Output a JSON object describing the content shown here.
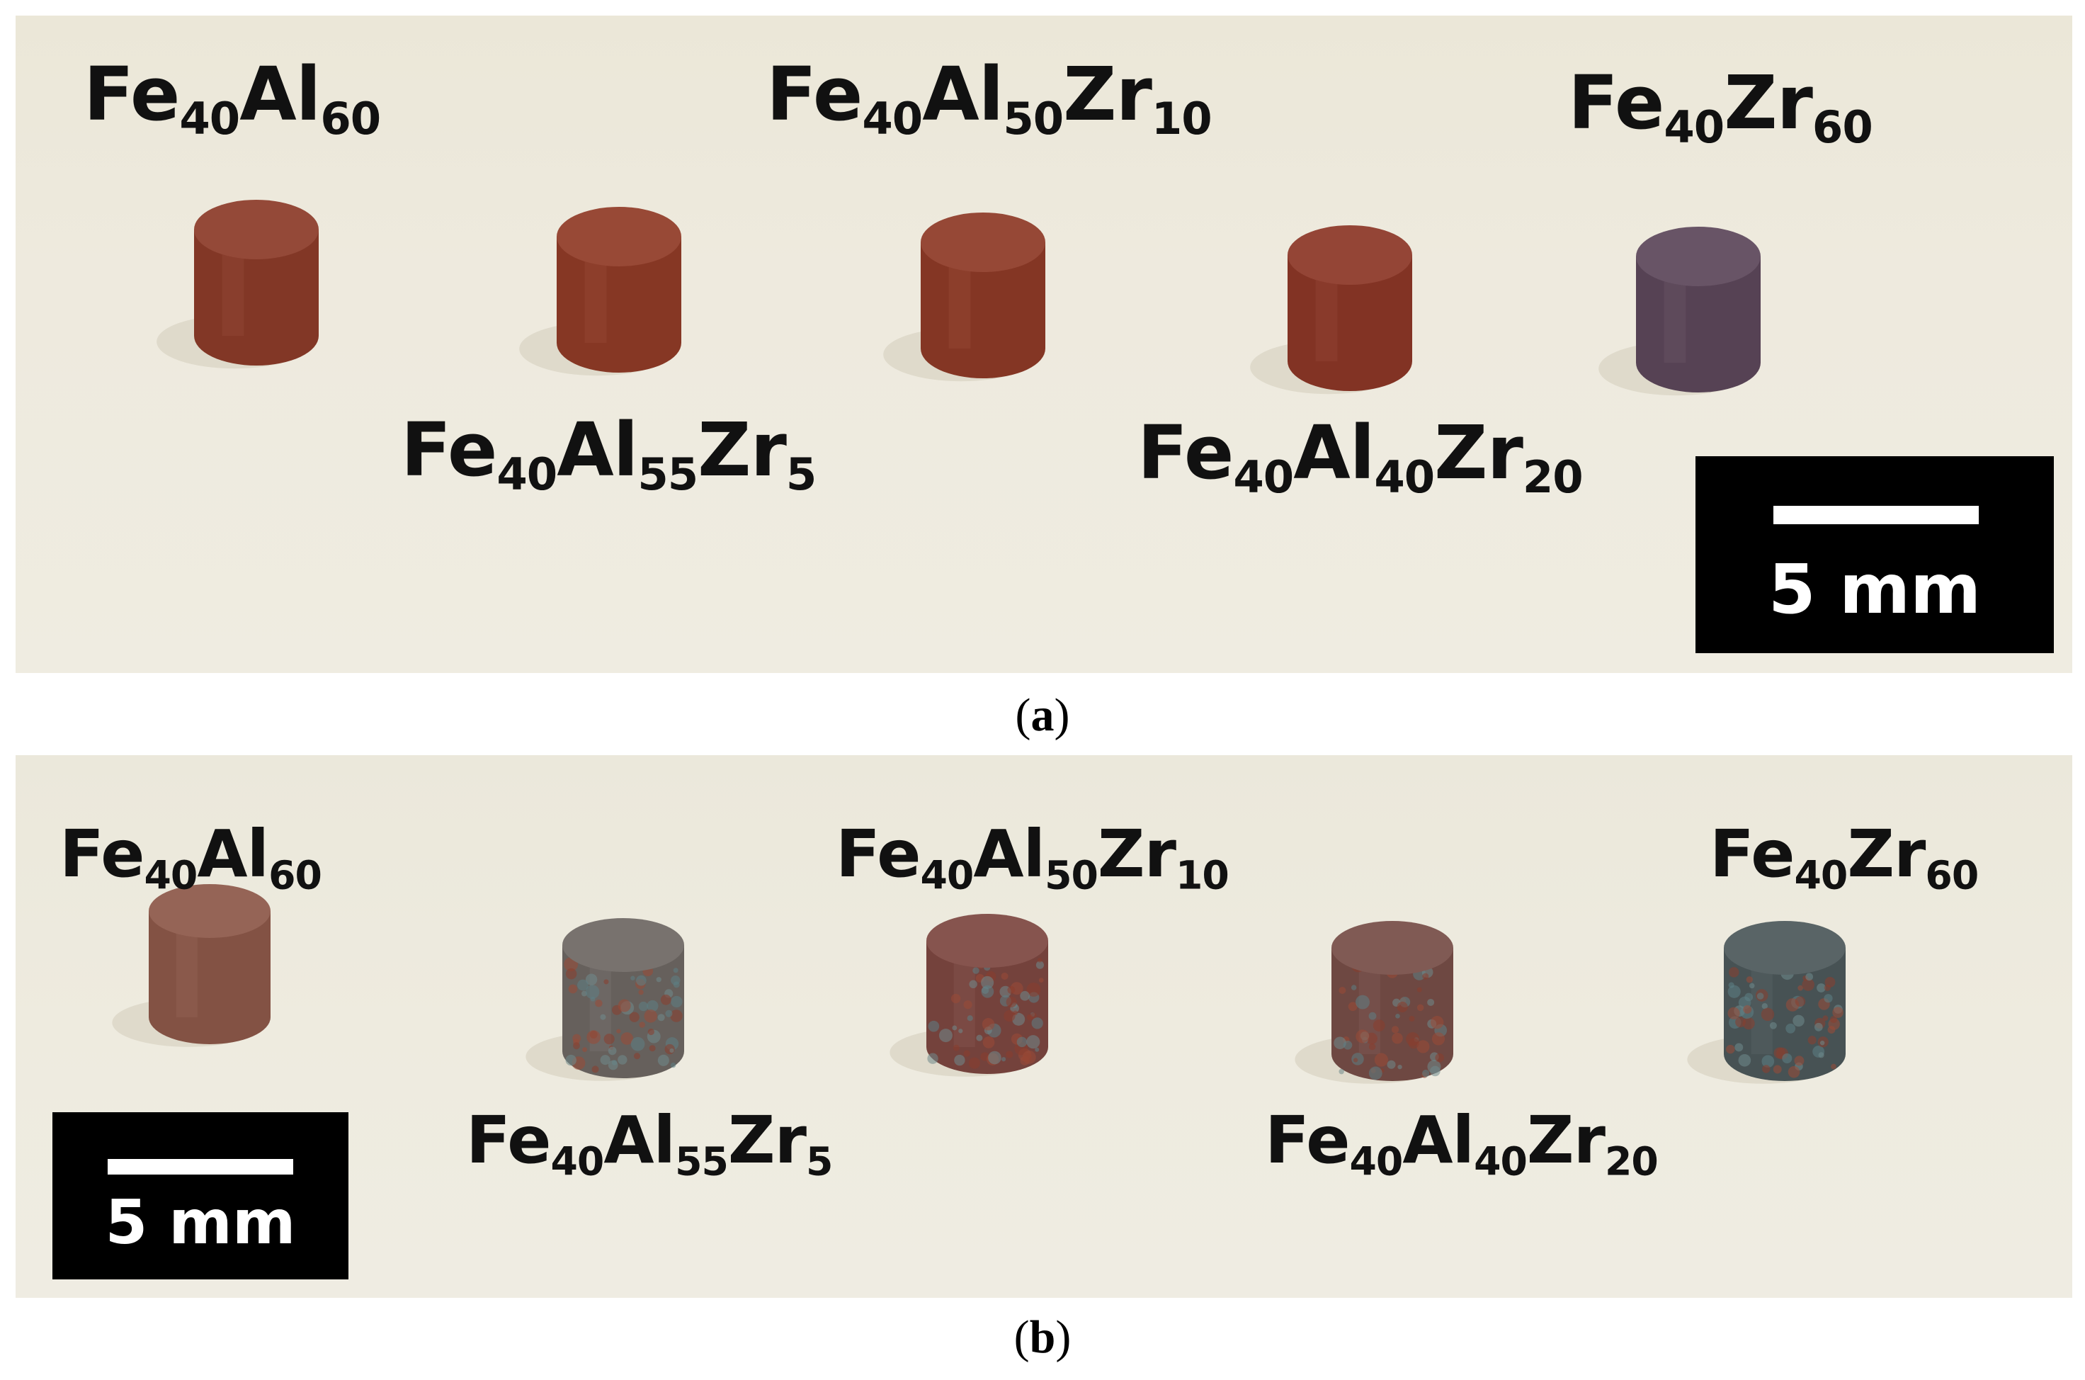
{
  "panel_a": {
    "caption": {
      "open": "(",
      "letter": "a",
      "close": ")"
    },
    "labels": [
      {
        "base": [
          {
            "el": "Fe",
            "n": "40"
          },
          {
            "el": "Al",
            "n": "60"
          }
        ]
      },
      {
        "base": [
          {
            "el": "Fe",
            "n": "40"
          },
          {
            "el": "Al",
            "n": "55"
          },
          {
            "el": "Zr",
            "n": "5"
          }
        ]
      },
      {
        "base": [
          {
            "el": "Fe",
            "n": "40"
          },
          {
            "el": "Al",
            "n": "50"
          },
          {
            "el": "Zr",
            "n": "10"
          }
        ]
      },
      {
        "base": [
          {
            "el": "Fe",
            "n": "40"
          },
          {
            "el": "Al",
            "n": "40"
          },
          {
            "el": "Zr",
            "n": "20"
          }
        ]
      },
      {
        "base": [
          {
            "el": "Fe",
            "n": "40"
          },
          {
            "el": "Zr",
            "n": "60"
          }
        ]
      }
    ],
    "scale_bar": "5 mm",
    "sample_colors": [
      "#8a3f2e",
      "#8e3f2c",
      "#8c3e2c",
      "#8a3b2c",
      "#5e4a5c"
    ]
  },
  "panel_b": {
    "caption": {
      "open": "(",
      "letter": "b",
      "close": ")"
    },
    "labels": [
      {
        "base": [
          {
            "el": "Fe",
            "n": "40"
          },
          {
            "el": "Al",
            "n": "60"
          }
        ]
      },
      {
        "base": [
          {
            "el": "Fe",
            "n": "40"
          },
          {
            "el": "Al",
            "n": "55"
          },
          {
            "el": "Zr",
            "n": "5"
          }
        ]
      },
      {
        "base": [
          {
            "el": "Fe",
            "n": "40"
          },
          {
            "el": "Al",
            "n": "50"
          },
          {
            "el": "Zr",
            "n": "10"
          }
        ]
      },
      {
        "base": [
          {
            "el": "Fe",
            "n": "40"
          },
          {
            "el": "Al",
            "n": "40"
          },
          {
            "el": "Zr",
            "n": "20"
          }
        ]
      },
      {
        "base": [
          {
            "el": "Fe",
            "n": "40"
          },
          {
            "el": "Zr",
            "n": "60"
          }
        ]
      }
    ],
    "scale_bar": "5 mm",
    "sample_colors": [
      "#8b5a4c",
      "#6e6864",
      "#7c4a44",
      "#76504a",
      "#4f5a5c"
    ]
  }
}
